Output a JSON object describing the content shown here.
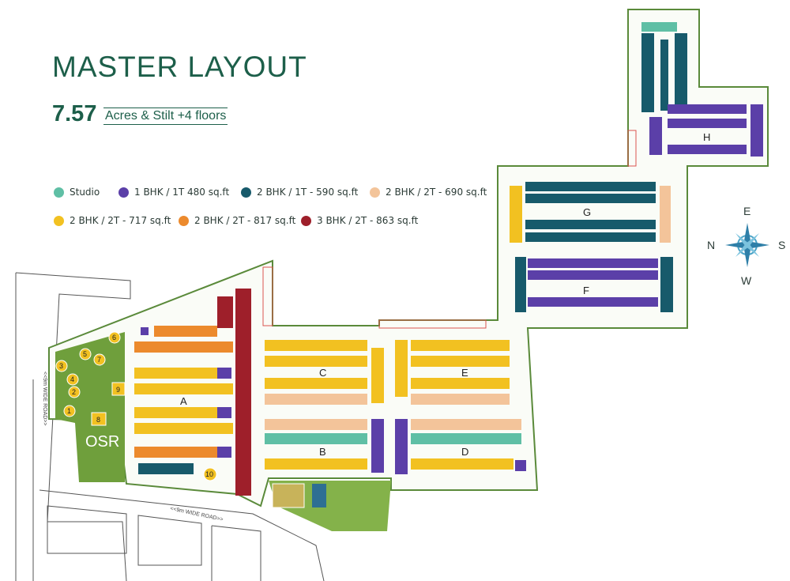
{
  "page": {
    "title": "MASTER LAYOUT",
    "area_value": "7.57",
    "area_note": "Acres & Stilt +4 floors"
  },
  "legend": [
    {
      "label": "Studio",
      "color": "#5fbfa5"
    },
    {
      "label": "1 BHK / 1T 480 sq.ft",
      "color": "#5b3fa8"
    },
    {
      "label": "2 BHK / 1T - 590 sq.ft",
      "color": "#175a6b"
    },
    {
      "label": "2 BHK / 2T - 690 sq.ft",
      "color": "#f3c49a"
    },
    {
      "label": "2 BHK / 2T - 717 sq.ft",
      "color": "#f2c121"
    },
    {
      "label": "2 BHK / 2T - 817 sq.ft",
      "color": "#ec8a2d"
    },
    {
      "label": "3 BHK / 2T - 863 sq.ft",
      "color": "#9e1f2a"
    }
  ],
  "compass": {
    "north": "N",
    "east": "E",
    "south": "S",
    "west": "W"
  },
  "blocks": {
    "a": "A",
    "b": "B",
    "c": "C",
    "d": "D",
    "e": "E",
    "f": "F",
    "g": "G",
    "h": "H"
  },
  "zones": {
    "osr": "OSR"
  },
  "roads": {
    "left": "<<9m WIDE ROAD>>",
    "bottom": "<<9m WIDE ROAD>>"
  },
  "amenities": [
    "1",
    "2",
    "3",
    "4",
    "5",
    "6",
    "7",
    "8",
    "9",
    "10"
  ],
  "colors": {
    "brand": "#1d5f4a",
    "boundary": "#5a8a3a",
    "walkway": "#d9534f"
  }
}
